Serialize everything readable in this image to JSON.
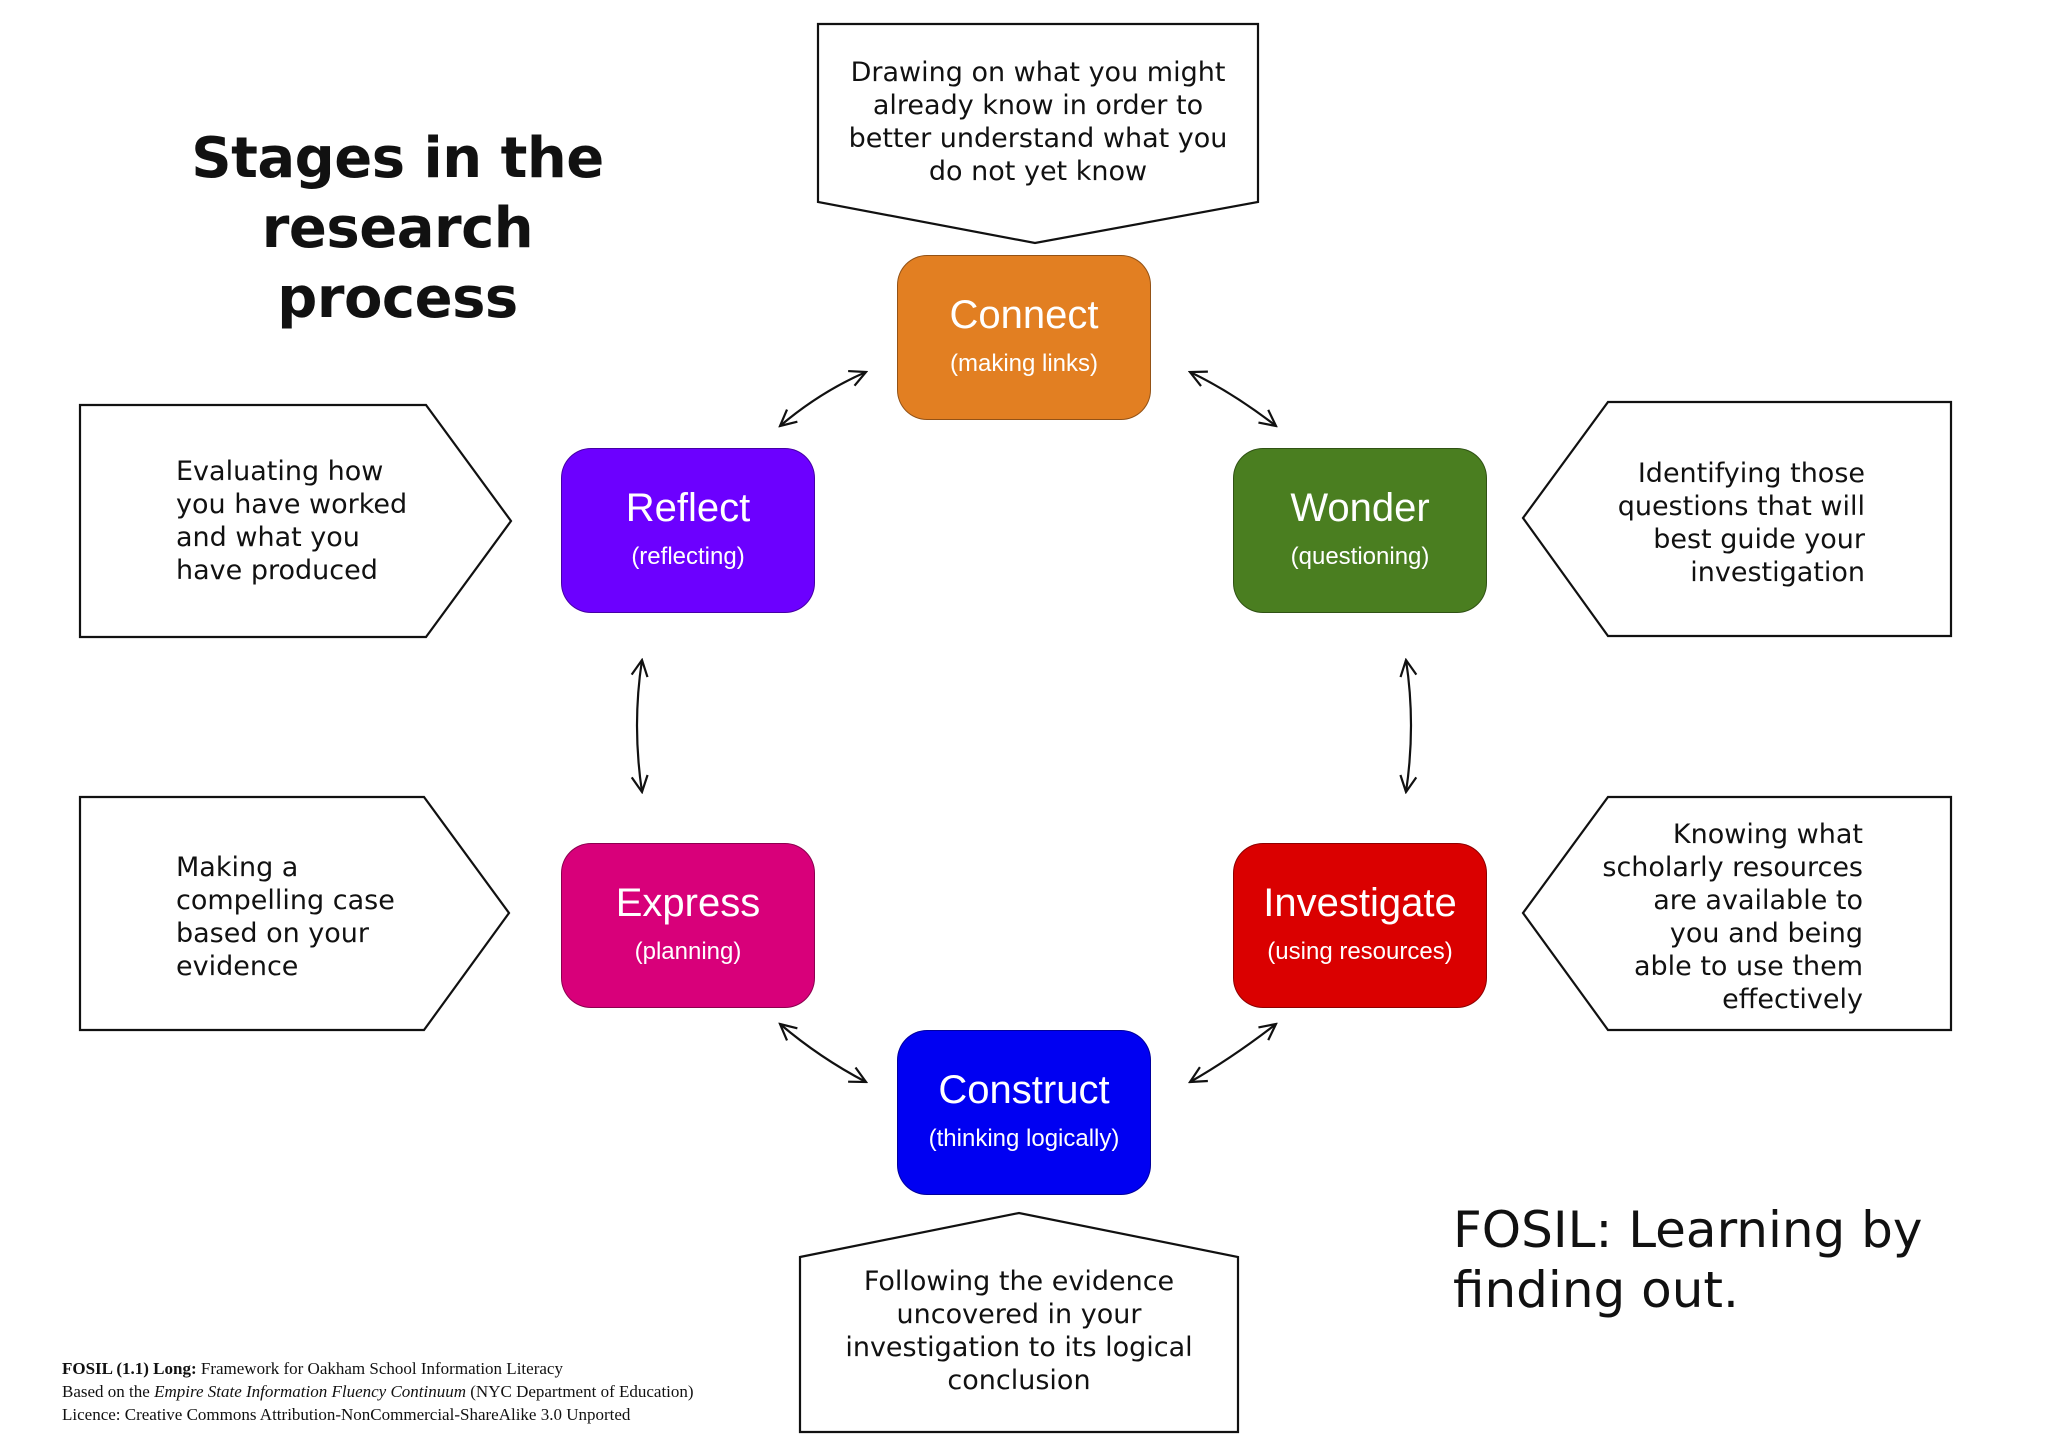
{
  "title": {
    "line1": "Stages in the",
    "line2": "research process"
  },
  "stages": {
    "connect": {
      "name": "Connect",
      "sub": "(making links)",
      "color": "#E27F22"
    },
    "wonder": {
      "name": "Wonder",
      "sub": "(questioning)",
      "color": "#4A7E20"
    },
    "investigate": {
      "name": "Investigate",
      "sub": "(using resources)",
      "color": "#DA0000"
    },
    "construct": {
      "name": "Construct",
      "sub": "(thinking logically)",
      "color": "#0000F2"
    },
    "express": {
      "name": "Express",
      "sub": "(planning)",
      "color": "#D8007A"
    },
    "reflect": {
      "name": "Reflect",
      "sub": "(reflecting)",
      "color": "#6C00FF"
    }
  },
  "callouts": {
    "connect": [
      "Drawing on what you might",
      "already know in order to",
      "better understand what you",
      "do not yet know"
    ],
    "wonder": [
      "Identifying those",
      "questions that will",
      "best guide your",
      "investigation"
    ],
    "investigate": [
      "Knowing what",
      "scholarly resources",
      "are available to",
      "you and being",
      "able to use them",
      "effectively"
    ],
    "construct": [
      "Following the evidence",
      "uncovered in your",
      "investigation to its logical",
      "conclusion"
    ],
    "express": [
      "Making a",
      "compelling case",
      "based on your",
      "evidence"
    ],
    "reflect": [
      "Evaluating how",
      "you have worked",
      "and what you",
      "have produced"
    ]
  },
  "slogan": {
    "line1": "FOSIL: Learning by",
    "line2": "finding out."
  },
  "footer": {
    "line1_bold": "FOSIL (1.1) Long:",
    "line1_rest": " Framework for Oakham School Information Literacy",
    "line2_pre": "Based on the ",
    "line2_italic": "Empire State Information Fluency Continuum",
    "line2_post": " (NYC Department of Education)",
    "line3": "Licence: Creative Commons Attribution-NonCommercial-ShareAlike 3.0 Unported"
  }
}
